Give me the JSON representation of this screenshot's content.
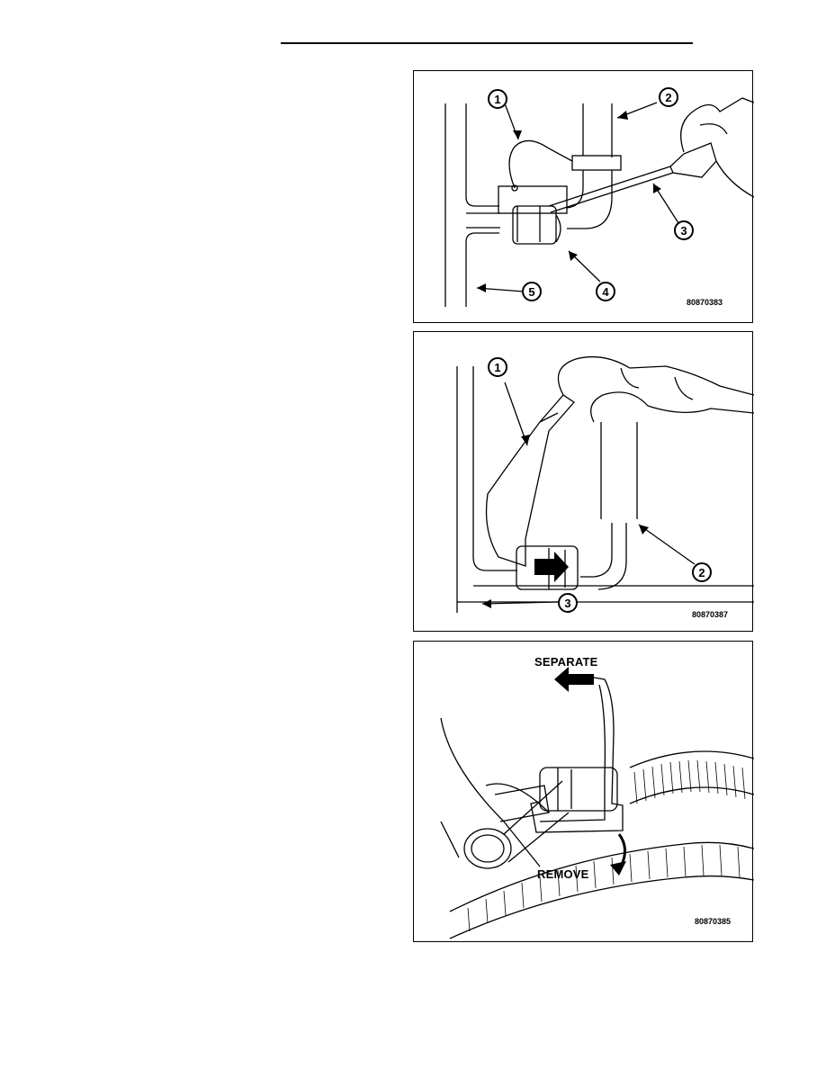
{
  "figures": [
    {
      "id": "80870383",
      "callouts": [
        "1",
        "2",
        "3",
        "4",
        "5"
      ]
    },
    {
      "id": "80870387",
      "callouts": [
        "1",
        "2",
        "3"
      ]
    },
    {
      "id": "80870385",
      "labels": {
        "separate": "SEPARATE",
        "remove": "REMOVE"
      }
    }
  ]
}
